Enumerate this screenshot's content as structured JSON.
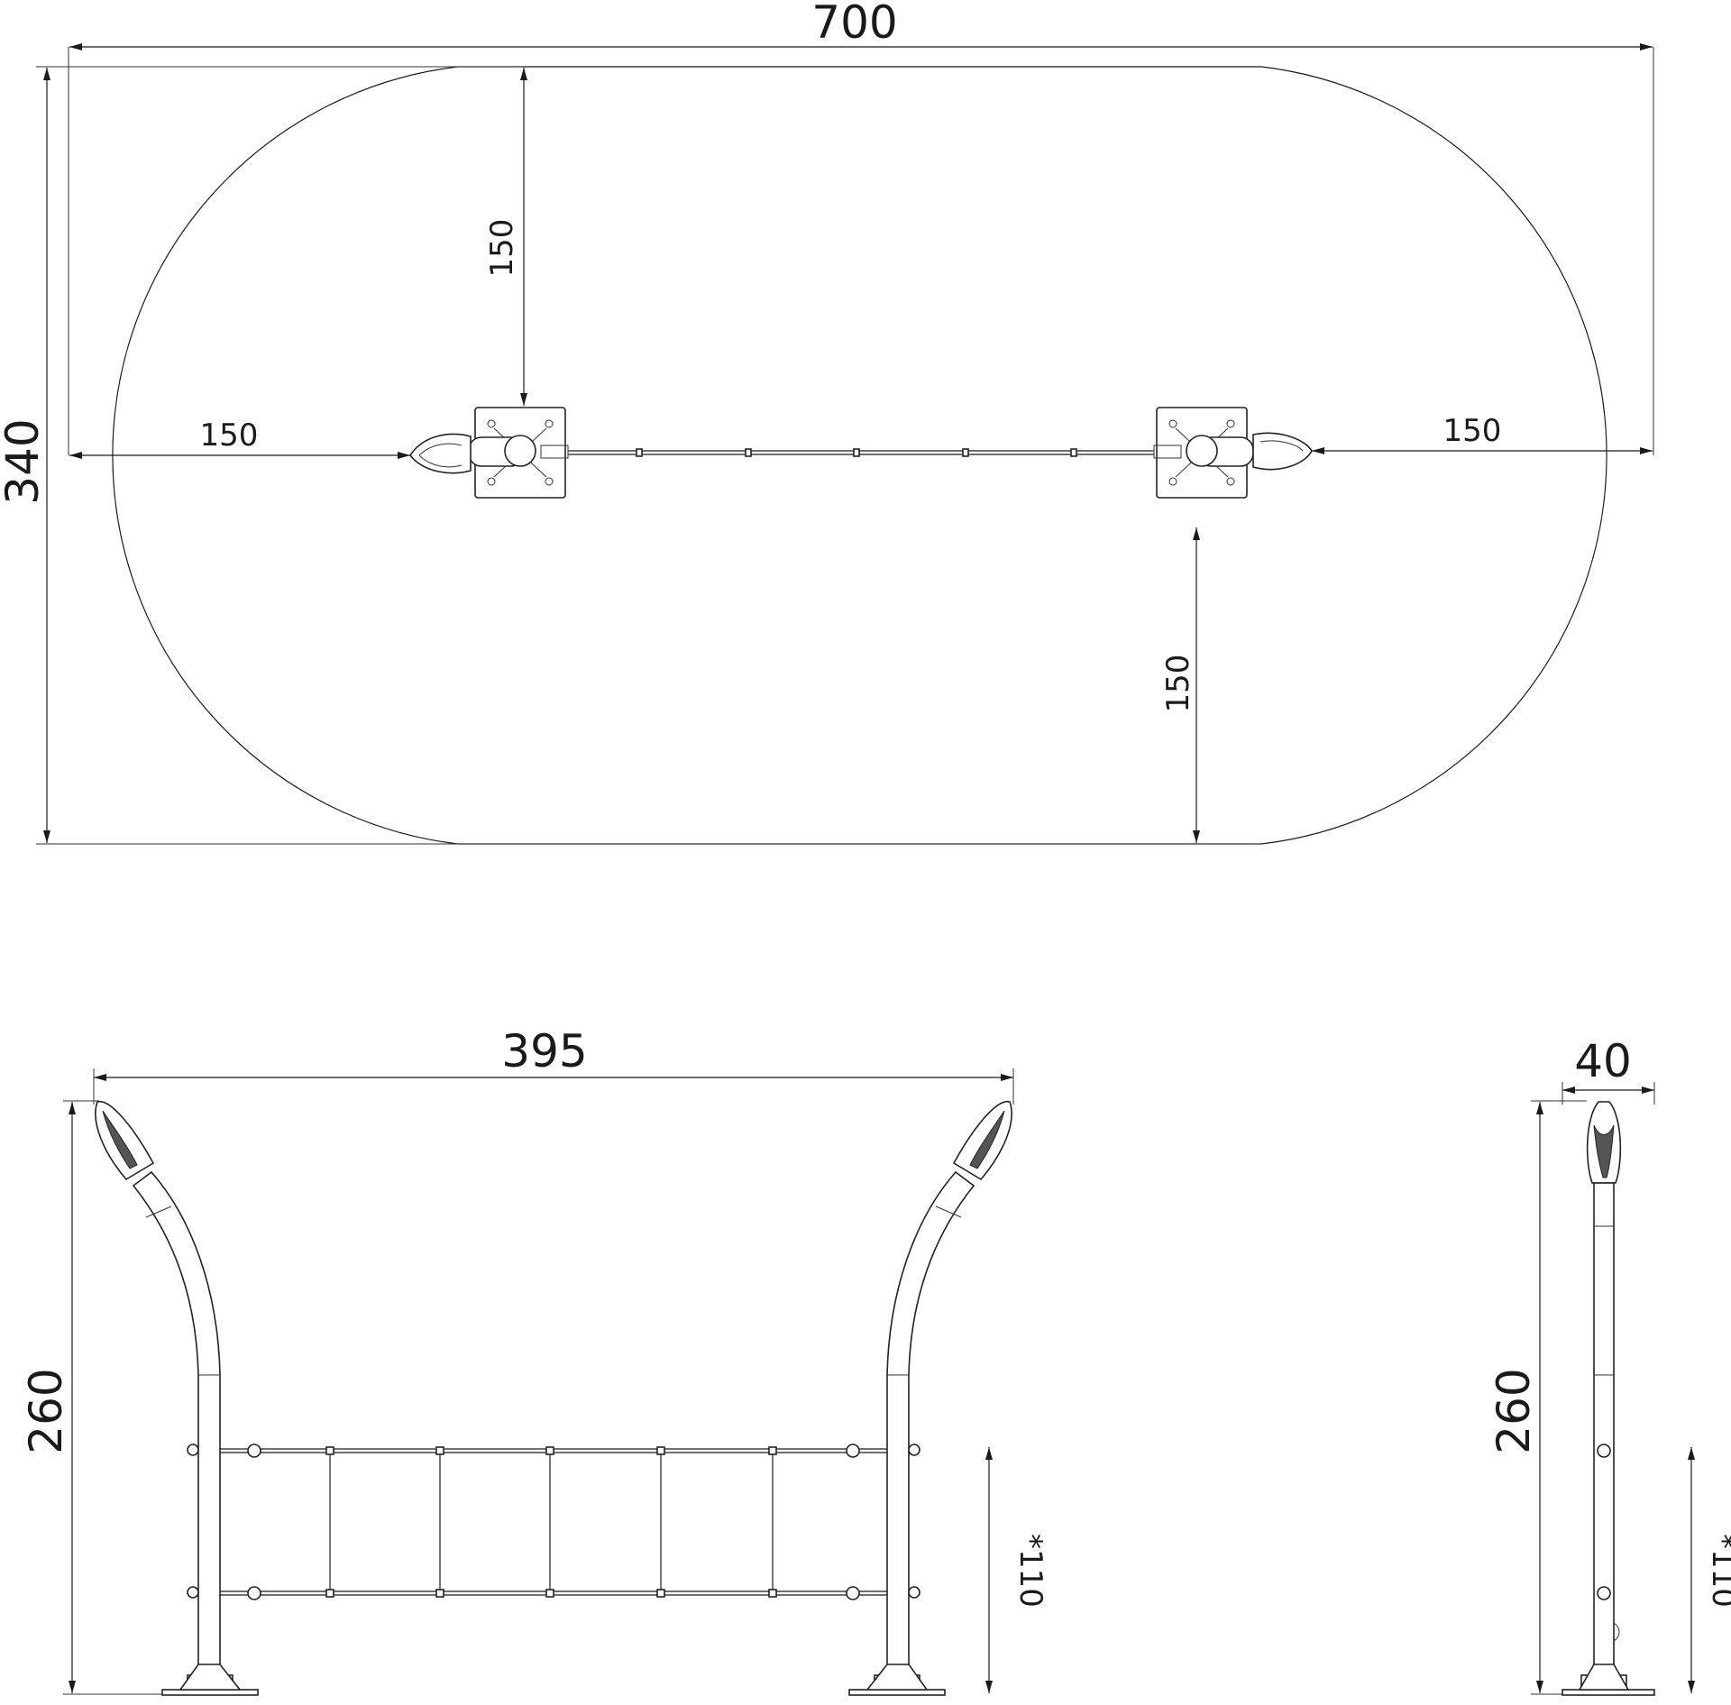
{
  "plan_view": {
    "overall_length": "700",
    "overall_width": "340",
    "top_clearance": "150",
    "bottom_clearance": "150",
    "left_clearance": "150",
    "right_clearance": "150"
  },
  "front_view": {
    "length": "395",
    "height": "260",
    "net_height": "*110"
  },
  "side_view": {
    "width": "40",
    "height": "260",
    "net_height": "*110"
  }
}
